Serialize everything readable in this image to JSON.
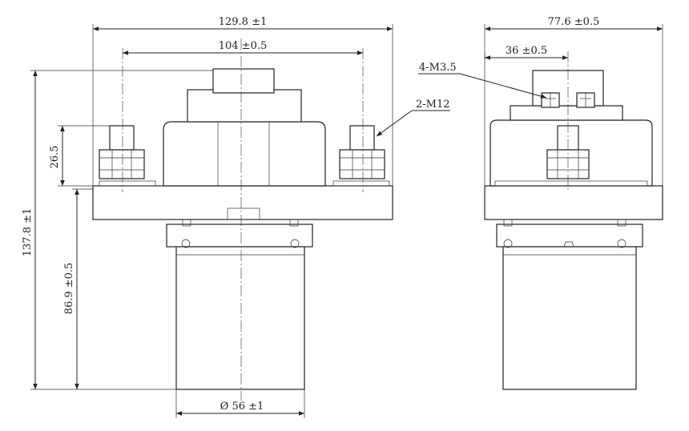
{
  "front_view": {
    "overall_width": "129.8 ±1",
    "stud_spacing": "104 ±0.5",
    "overall_height": "137.8 ±1",
    "body_height": "86.9 ±0.5",
    "stud_height": "26.5",
    "body_diameter": "Ø 56 ±1",
    "main_terminal_callout": "2-M12"
  },
  "side_view": {
    "overall_width": "77.6 ±0.5",
    "aux_spacing": "36 ±0.5",
    "aux_terminal_callout": "4-M3.5"
  }
}
